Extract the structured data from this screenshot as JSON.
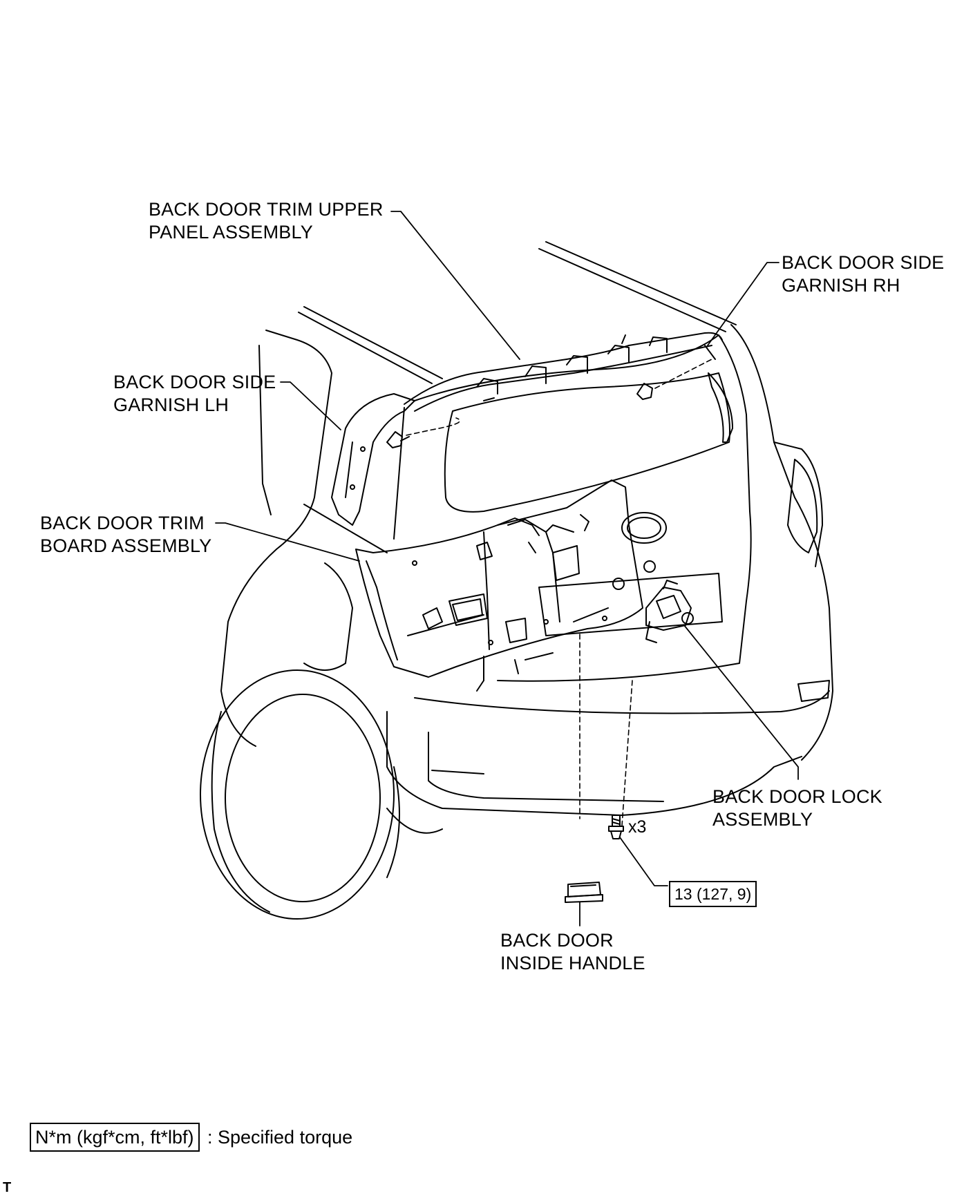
{
  "labels": {
    "upper_panel": [
      "BACK DOOR TRIM UPPER",
      "PANEL ASSEMBLY"
    ],
    "garnish_rh": [
      "BACK DOOR SIDE",
      "GARNISH RH"
    ],
    "garnish_lh": [
      "BACK DOOR SIDE",
      "GARNISH LH"
    ],
    "trim_board": [
      "BACK DOOR TRIM",
      "BOARD ASSEMBLY"
    ],
    "lock_assembly": [
      "BACK DOOR LOCK",
      "ASSEMBLY"
    ],
    "inside_handle": [
      "BACK DOOR",
      "INSIDE HANDLE"
    ]
  },
  "bolt": {
    "quantity": "x3",
    "torque": "13 (127, 9)"
  },
  "legend": {
    "unit_box": "N*m (kgf*cm, ft*lbf)",
    "description": ": Specified torque"
  },
  "corner_mark": "T"
}
